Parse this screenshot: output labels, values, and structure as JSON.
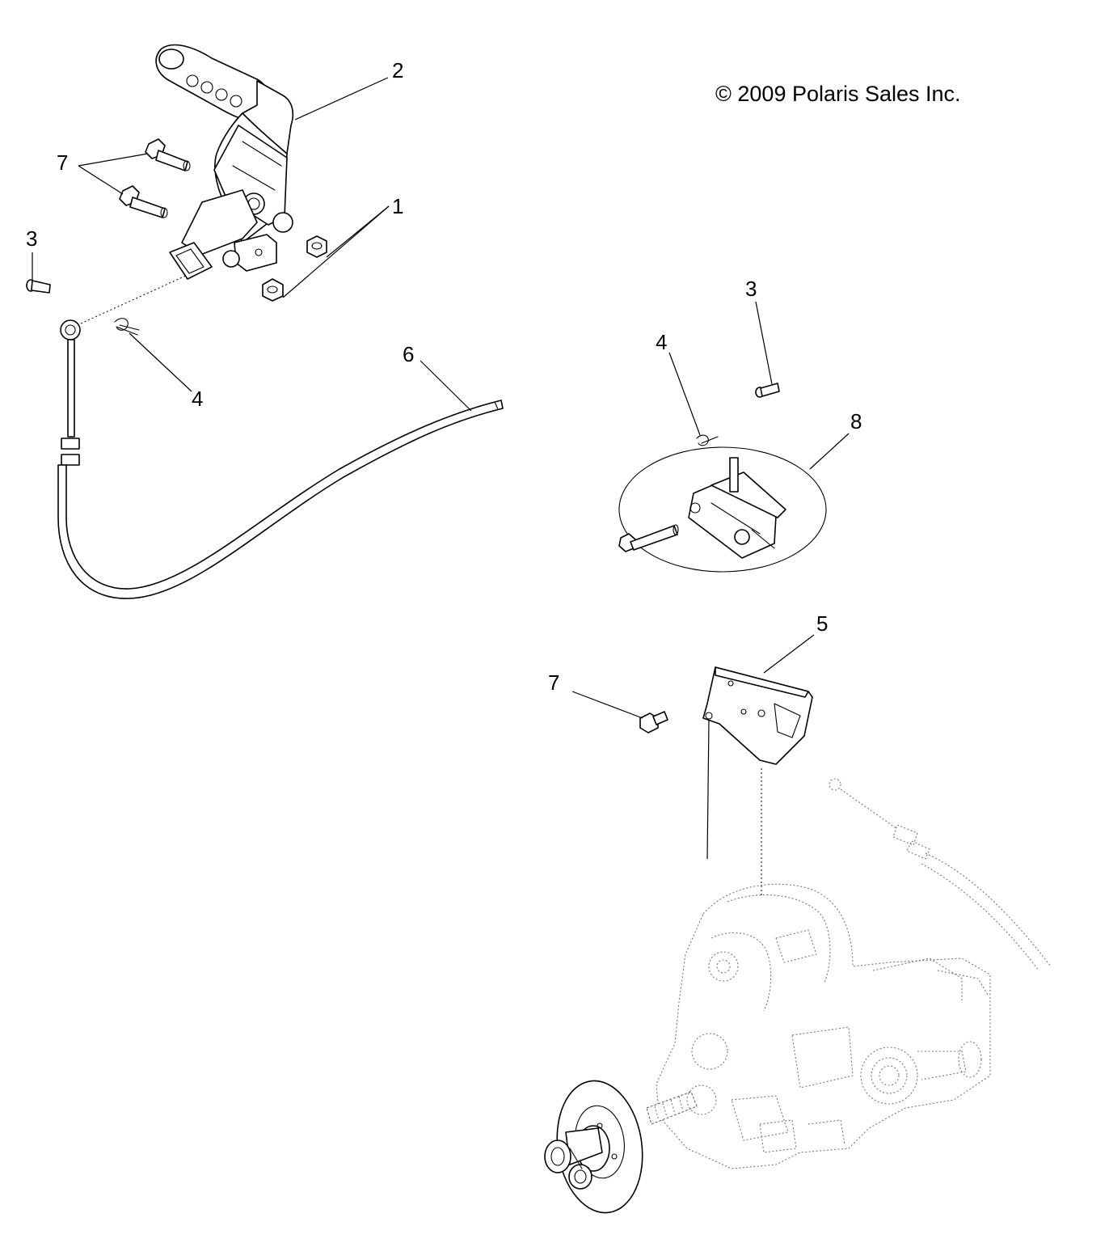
{
  "copyright": "© 2009 Polaris Sales Inc.",
  "callouts": {
    "nuts": "1",
    "brake_lever": "2",
    "pin_left": "3",
    "pin_right": "3",
    "clip_left": "4",
    "clip_right": "4",
    "bracket": "5",
    "cable": "6",
    "bolts_upper": "7",
    "bolt_lower": "7",
    "caliper_kit": "8"
  }
}
